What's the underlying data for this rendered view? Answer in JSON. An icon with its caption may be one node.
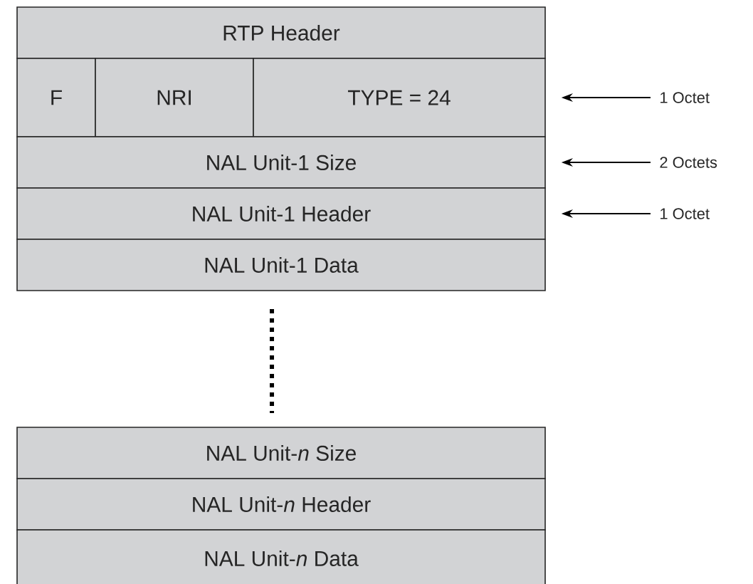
{
  "diagram": {
    "nodes": [
      {
        "text": [
          "RTP Header"
        ]
      },
      {
        "text": [
          "F"
        ]
      },
      {
        "text": [
          "NRI"
        ]
      },
      {
        "text": [
          "TYPE = 24"
        ]
      },
      {
        "text": [
          "NAL Unit-1 Size"
        ]
      },
      {
        "text": [
          "NAL Unit-1 Header"
        ]
      },
      {
        "text": [
          "NAL Unit-1 Data"
        ]
      },
      {
        "text": [
          "NAL Unit-*n* Size"
        ]
      },
      {
        "text": [
          "NAL Unit-*n* Header"
        ]
      },
      {
        "text": [
          "NAL Unit-*n* Data"
        ]
      },
      {
        "text": [
          "1 Octet"
        ]
      },
      {
        "text": [
          "2 Octets"
        ]
      },
      {
        "text": [
          "1 Octet"
        ]
      }
    ],
    "edges": [
      {
        "from": 10,
        "to": 3,
        "arrow": "to"
      },
      {
        "from": 11,
        "to": 4,
        "arrow": "to"
      },
      {
        "from": 12,
        "to": 5,
        "arrow": "to"
      }
    ]
  }
}
